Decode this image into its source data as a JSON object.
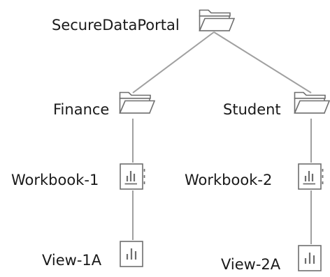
{
  "nodes": {
    "root": {
      "label": "SecureDataPortal",
      "icon": "folder-icon"
    },
    "finance": {
      "label": "Finance",
      "icon": "folder-icon"
    },
    "student": {
      "label": "Student",
      "icon": "folder-icon"
    },
    "workbook1": {
      "label": "Workbook-1",
      "icon": "workbook-icon"
    },
    "workbook2": {
      "label": "Workbook-2",
      "icon": "workbook-icon"
    },
    "view1a": {
      "label": "View-1A",
      "icon": "view-chart-icon"
    },
    "view2a": {
      "label": "View-2A",
      "icon": "view-chart-icon"
    }
  },
  "colors": {
    "connector": "#a0a0a0",
    "icon": "#6e6e6e",
    "text": "#1a1a1a"
  }
}
